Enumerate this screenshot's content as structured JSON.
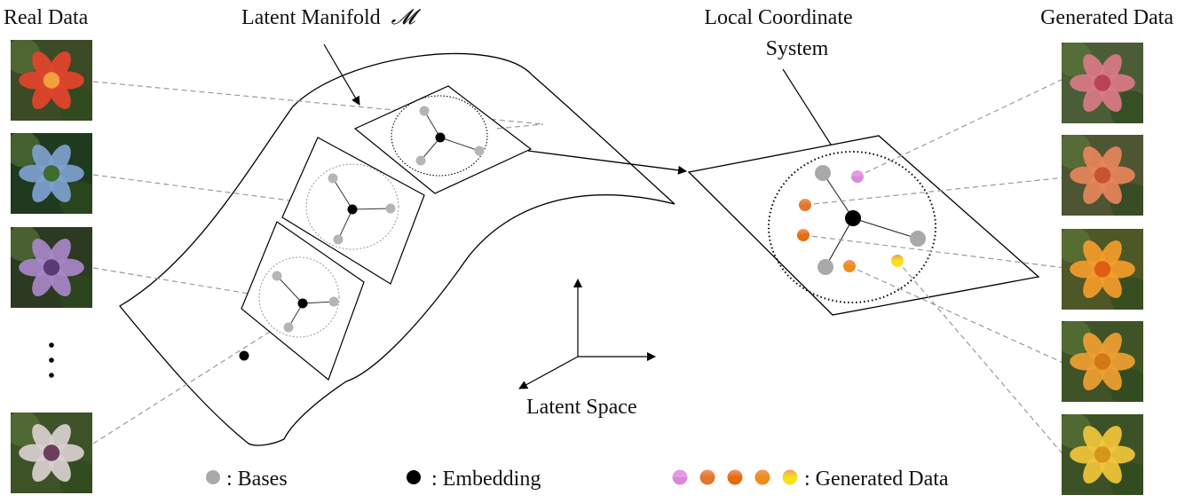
{
  "labels": {
    "real_data": "Real Data",
    "latent_manifold": "Latent Manifold",
    "manifold_symbol": "𝓜",
    "local_coordinate_line1": "Local Coordinate",
    "local_coordinate_line2": "System",
    "generated_data": "Generated Data",
    "latent_space": "Latent Space",
    "ellipsis": "⋮"
  },
  "legend": {
    "bases": ": Bases",
    "embedding": ": Embedding",
    "generated": ": Generated Data"
  },
  "colors": {
    "base": "#a9a9a9",
    "embedding": "#000000",
    "generated": [
      "#d78ad9",
      "#e2752f",
      "#e56b0f",
      "#f08c1a",
      "#f7e21a"
    ]
  },
  "real_images": [
    {
      "name": "red-flower-image",
      "bg": "#3c4a26",
      "petal": "#e4432b",
      "center": "#f2a03c"
    },
    {
      "name": "blue-passionflower-image",
      "bg": "#1f3a1e",
      "petal": "#7ea2cf",
      "center": "#3e6d2f"
    },
    {
      "name": "purple-passionflower-image",
      "bg": "#2b3a21",
      "petal": "#a887c9",
      "center": "#5a3b73"
    },
    {
      "name": "white-passionflower-image",
      "bg": "#3d5226",
      "petal": "#d9d0cf",
      "center": "#6e3d5d"
    }
  ],
  "generated_images": [
    {
      "name": "generated-pink-flower-image",
      "bg": "#4a5d36",
      "petal": "#d97a86",
      "center": "#b84453"
    },
    {
      "name": "generated-orange-pink-flower-image",
      "bg": "#4d5533",
      "petal": "#e7865a",
      "center": "#c6542f"
    },
    {
      "name": "generated-orange-flower-image",
      "bg": "#4e5726",
      "petal": "#f49c2a",
      "center": "#e05e12"
    },
    {
      "name": "generated-yellow-orange-flower-image",
      "bg": "#3f5326",
      "petal": "#f0a030",
      "center": "#d27916"
    },
    {
      "name": "generated-yellow-flower-image",
      "bg": "#3c5226",
      "petal": "#f2c63a",
      "center": "#d6961a"
    }
  ]
}
